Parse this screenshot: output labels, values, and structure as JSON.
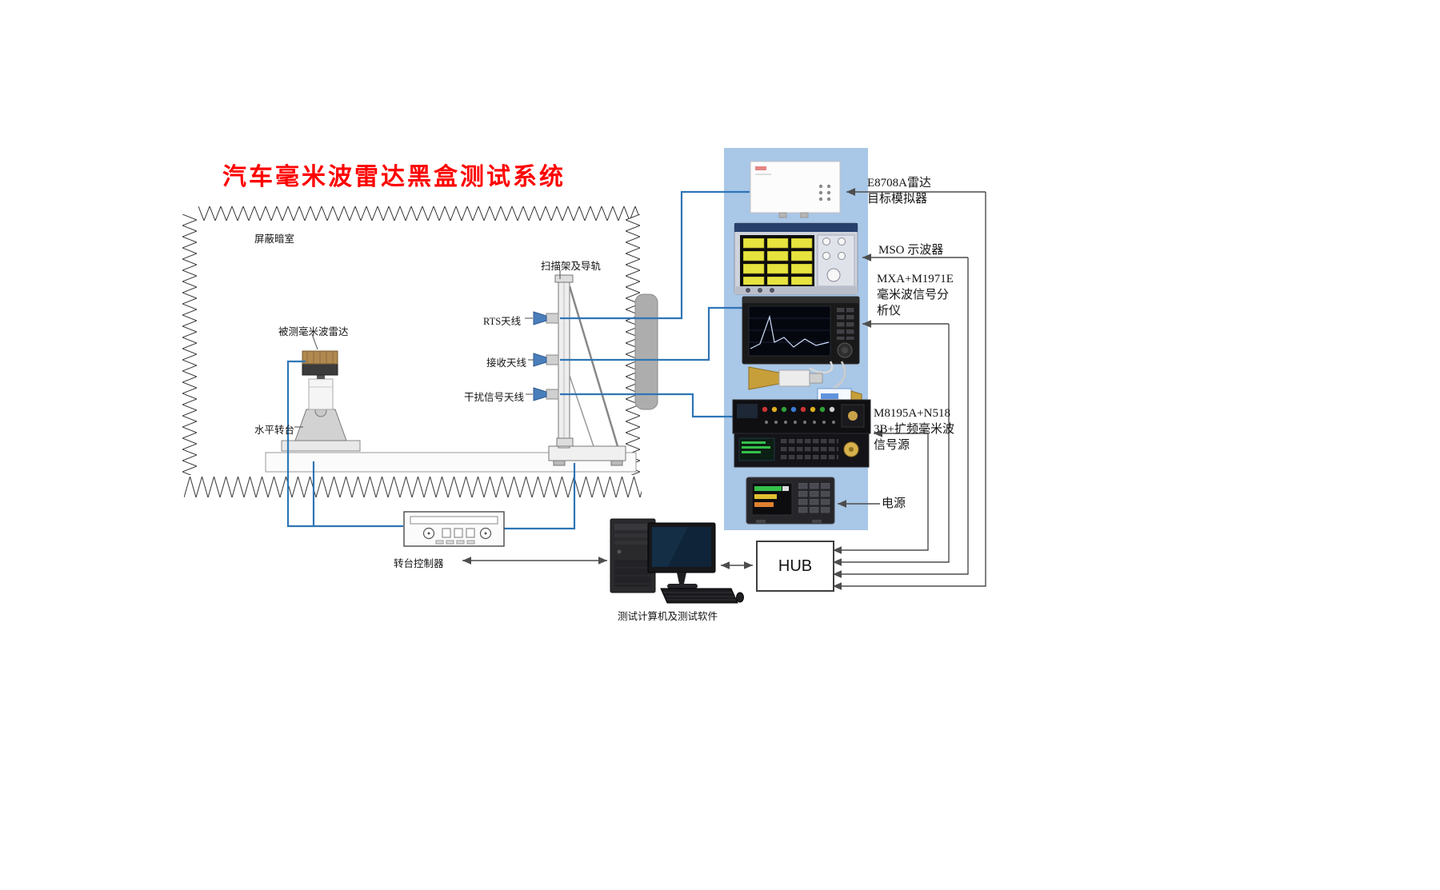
{
  "title": "汽车毫米波雷达黑盒测试系统",
  "chamber": {
    "label": "屏蔽暗室",
    "scanner_label": "扫描架及导轨",
    "radar_label": "被测毫米波雷达",
    "turntable_label": "水平转台",
    "antenna_rts": "RTS天线",
    "antenna_receive": "接收天线",
    "antenna_interference": "干扰信号天线"
  },
  "equipment": {
    "simulator_line1": "E8708A雷达",
    "simulator_line2": "目标模拟器",
    "oscilloscope": "MSO 示波器",
    "analyzer_line1": "MXA+M1971E",
    "analyzer_line2": "毫米波信号分",
    "analyzer_line3": "析仪",
    "source_line1": "M8195A+N518",
    "source_line2": "3B+扩频毫米波",
    "source_line3": "信号源",
    "power": "电源"
  },
  "controller_label": "转台控制器",
  "computer_label": "测试计算机及测试软件",
  "hub_label": "HUB",
  "colors": {
    "title": "#ff0000",
    "panel": "#a9c7e7",
    "wire_blue": "#2e75b6",
    "wire_gray": "#4d4d4d"
  }
}
